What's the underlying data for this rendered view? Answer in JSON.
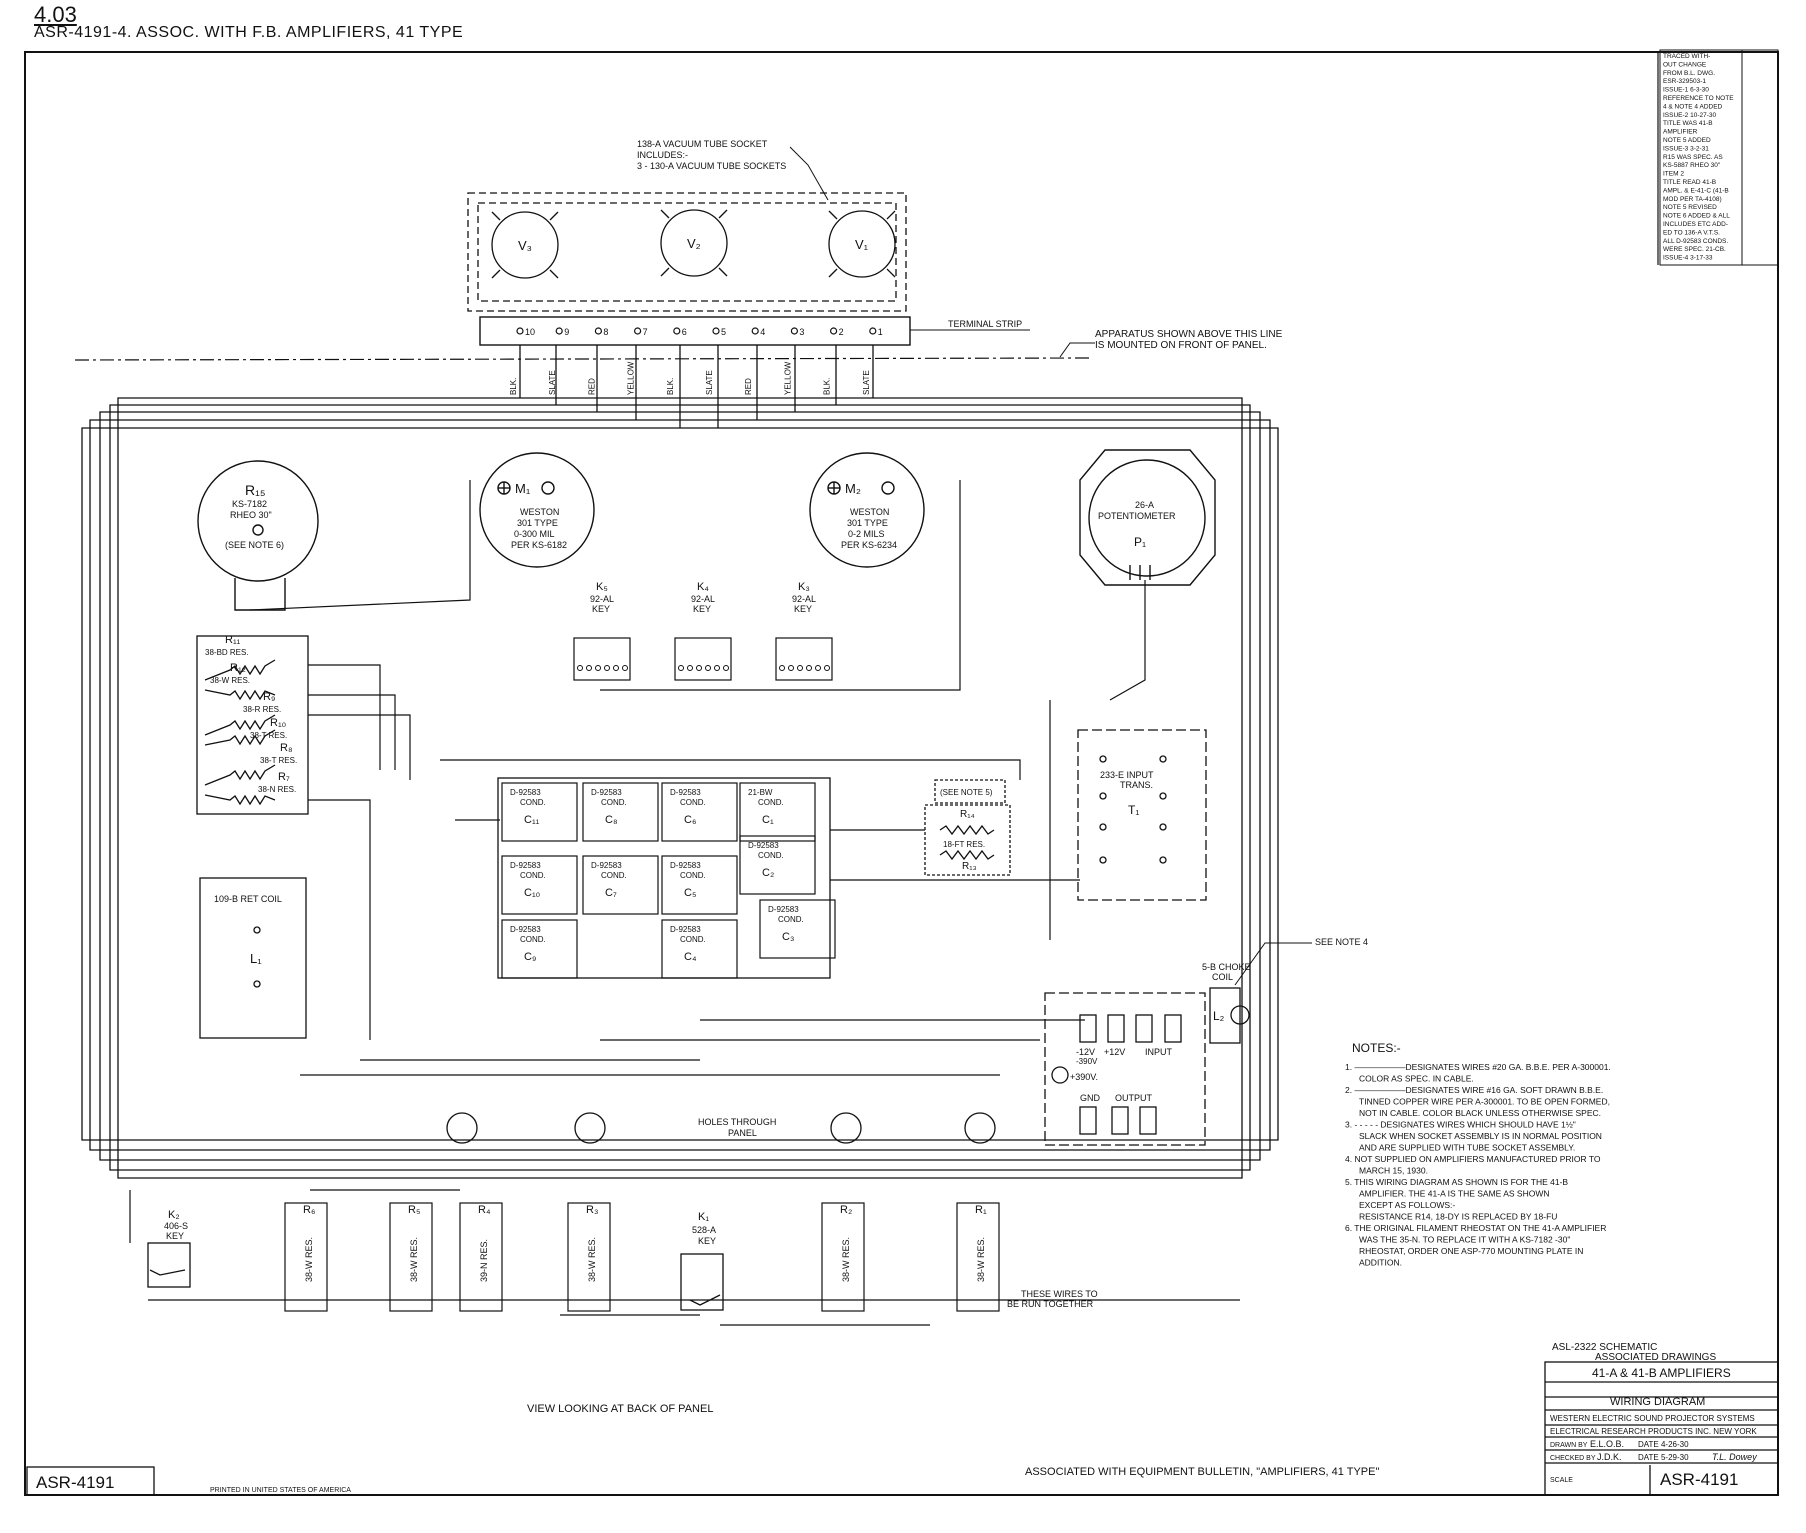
{
  "header": {
    "page_number": "4.03",
    "drawing_title": "ASR-4191-4. ASSOC. WITH F.B. AMPLIFIERS, 41 TYPE"
  },
  "callouts": {
    "socket_1": "138-A VACUUM TUBE SOCKET",
    "socket_2": "INCLUDES:-",
    "socket_3": "3 - 130-A VACUUM TUBE SOCKETS",
    "terminal_strip": "TERMINAL STRIP",
    "panel_line_1": "APPARATUS SHOWN ABOVE THIS LINE",
    "panel_line_2": "IS MOUNTED ON FRONT OF PANEL.",
    "holes_1": "HOLES THROUGH",
    "holes_2": "PANEL",
    "together_1": "THESE WIRES TO",
    "together_2": "BE RUN TOGETHER",
    "see_note_4": "SEE NOTE 4",
    "view": "VIEW   LOOKING AT BACK OF PANEL"
  },
  "tubes": [
    {
      "id": "V3",
      "label": "V₃"
    },
    {
      "id": "V2",
      "label": "V₂"
    },
    {
      "id": "V1",
      "label": "V₁"
    }
  ],
  "terminals": [
    "10",
    "9",
    "8",
    "7",
    "6",
    "5",
    "4",
    "3",
    "2",
    "1"
  ],
  "wire_colors": [
    "BLK.",
    "SLATE",
    "RED",
    "YELLOW",
    "BLK.",
    "SLATE",
    "RED",
    "YELLOW",
    "BLK.",
    "SLATE"
  ],
  "components": {
    "r15": {
      "name": "R₁₅",
      "line1": "KS-7182",
      "line2": "RHEO 30\"",
      "note": "(SEE NOTE 6)"
    },
    "m1": {
      "name": "M₁",
      "line1": "WESTON",
      "line2": "301 TYPE",
      "line3": "0-300 MIL",
      "line4": "PER KS-6182"
    },
    "m2": {
      "name": "M₂",
      "line1": "WESTON",
      "line2": "301 TYPE",
      "line3": "0-2 MILS",
      "line4": "PER KS-6234"
    },
    "p1": {
      "line1": "26-A",
      "line2": "POTENTIOMETER",
      "name": "P₁"
    },
    "keys": [
      {
        "name": "K₅",
        "type": "92-AL",
        "kind": "KEY"
      },
      {
        "name": "K₄",
        "type": "92-AL",
        "kind": "KEY"
      },
      {
        "name": "K₃",
        "type": "92-AL",
        "kind": "KEY"
      }
    ],
    "res_block": [
      {
        "name": "R₁₁",
        "type": "38-BD RES."
      },
      {
        "name": "R₁₂",
        "type": "38-W RES."
      },
      {
        "name": "R₉",
        "type": "38-R RES."
      },
      {
        "name": "R₁₀",
        "type": "38-T RES."
      },
      {
        "name": "R₈",
        "type": "38-T RES."
      },
      {
        "name": "R₇",
        "type": "38-N RES."
      }
    ],
    "ret_coil": {
      "line1": "109-B RET COIL",
      "name": "L₁"
    },
    "caps": [
      {
        "type": "D-92583",
        "cond": "COND.",
        "name": "C₁₁"
      },
      {
        "type": "D-92583",
        "cond": "COND.",
        "name": "C₈"
      },
      {
        "type": "D-92583",
        "cond": "COND.",
        "name": "C₆"
      },
      {
        "type": "D-92583",
        "cond": "COND.",
        "name": "C₁₀"
      },
      {
        "type": "D-92583",
        "cond": "COND.",
        "name": "C₇"
      },
      {
        "type": "D-92583",
        "cond": "COND.",
        "name": "C₅"
      },
      {
        "type": "D-92583",
        "cond": "COND.",
        "name": "C₉"
      },
      {
        "type": "D-92583",
        "cond": "COND.",
        "name": "C₄"
      },
      {
        "type": "21-BW",
        "cond": "COND.",
        "name": "C₁"
      },
      {
        "type": "D-92583",
        "cond": "COND.",
        "name": "C₂"
      },
      {
        "type": "D-92583",
        "cond": "COND.",
        "name": "C₃"
      }
    ],
    "r14": {
      "note": "(SEE NOTE 5)",
      "name": "R₁₄",
      "res": "18-FT RES.",
      "name2": "R₁₃"
    },
    "t1": {
      "line1": "233-E INPUT",
      "line2": "TRANS.",
      "name": "T₁"
    },
    "choke": {
      "line1": "5-B CHOKE",
      "line2": "COIL",
      "name": "L₂"
    },
    "terminal_board": {
      "neg": "-12V",
      "neg2": "-390V",
      "pos": "+12V",
      "input": "INPUT",
      "plus390": "+390V.",
      "gnd": "GND",
      "output": "OUTPUT"
    },
    "bottom_res": [
      {
        "name": "R₆",
        "type": "38-W RES."
      },
      {
        "name": "R₅",
        "type": "38-W RES."
      },
      {
        "name": "R₄",
        "type": "39-N RES."
      },
      {
        "name": "R₃",
        "type": "38-W RES."
      },
      {
        "name": "R₂",
        "type": "38-W RES."
      },
      {
        "name": "R₁",
        "type": "38-W RES."
      }
    ],
    "k2": {
      "name": "K₂",
      "line1": "406-S",
      "line2": "KEY"
    },
    "k1": {
      "name": "K₁",
      "line1": "528-A",
      "line2": "KEY"
    }
  },
  "notes": {
    "title": "NOTES:-",
    "items": [
      "1. ——————DESIGNATES WIRES #20 GA. B.B.E. PER A-300001.",
      "COLOR AS SPEC. IN CABLE.",
      "2. ——————DESIGNATES WIRE #16 GA. SOFT DRAWN B.B.E.",
      "TINNED COPPER WIRE PER A-300001. TO BE OPEN FORMED,",
      "NOT IN CABLE. COLOR BLACK UNLESS OTHERWISE SPEC.",
      "3. - - - - - DESIGNATES WIRES WHICH SHOULD HAVE 1½\"",
      "SLACK WHEN SOCKET ASSEMBLY IS IN NORMAL POSITION",
      "AND ARE SUPPLIED WITH TUBE SOCKET ASSEMBLY.",
      "4. NOT SUPPLIED ON AMPLIFIERS MANUFACTURED PRIOR TO",
      "MARCH 15, 1930.",
      "5. THIS WIRING DIAGRAM AS SHOWN IS FOR THE 41-B",
      "AMPLIFIER. THE 41-A IS THE SAME AS SHOWN",
      "EXCEPT AS FOLLOWS:-",
      "RESISTANCE R14, 18-DY IS REPLACED BY 18-FU",
      "6. THE ORIGINAL FILAMENT RHEOSTAT ON THE 41-A AMPLIFIER",
      "WAS THE 35-N. TO REPLACE IT WITH A KS-7182 -30\"",
      "RHEOSTAT, ORDER ONE ASP-770 MOUNTING PLATE IN",
      "ADDITION."
    ]
  },
  "revisions": [
    "TRACED WITH-",
    "OUT CHANGE",
    "FROM B.L. DWG.",
    "ESR-329503-1",
    "ISSUE-1  6-3-30",
    "REFERENCE TO NOTE",
    "4 & NOTE 4 ADDED",
    "ISSUE-2  10-27-30",
    "TITLE WAS 41-B",
    "AMPLIFIER",
    "NOTE 5 ADDED",
    "ISSUE-3  3-2-31",
    "R15 WAS SPEC. AS",
    "KS-5887 RHEO 30\"",
    "ITEM 2",
    "TITLE READ 41-B",
    "AMPL. & E-41-C (41-B",
    "MOD PER TA-4108)",
    "NOTE 5 REVISED",
    "NOTE 6 ADDED & ALL",
    "INCLUDES ETC ADD-",
    "ED TO 136-A V.T.S.",
    "ALL D-92583 CONDS.",
    "WERE SPEC. 21-CB.",
    "ISSUE-4  3-17-33"
  ],
  "title_block": {
    "assoc_1": "ASL-2322 SCHEMATIC",
    "assoc_2": "ASSOCIATED DRAWINGS",
    "product": "41-A & 41-B AMPLIFIERS",
    "kind": "WIRING DIAGRAM",
    "company": "WESTERN ELECTRIC SOUND PROJECTOR SYSTEMS",
    "org": "ELECTRICAL RESEARCH PRODUCTS INC. NEW YORK",
    "drawn_label": "DRAWN BY",
    "drawn_by": "E.L.O.B.",
    "drawn_date": "DATE 4-26-30",
    "checked_label": "CHECKED BY",
    "checked_by": "J.D.K.",
    "checked_date": "DATE 5-29-30",
    "approved": "T.L. Dowey",
    "scale_label": "SCALE",
    "drawing_no": "ASR-4191"
  },
  "footer": {
    "drawing_no": "ASR-4191",
    "printed": "PRINTED IN UNITED STATES OF AMERICA",
    "bulletin": "ASSOCIATED WITH EQUIPMENT BULLETIN, \"AMPLIFIERS, 41 TYPE\""
  }
}
